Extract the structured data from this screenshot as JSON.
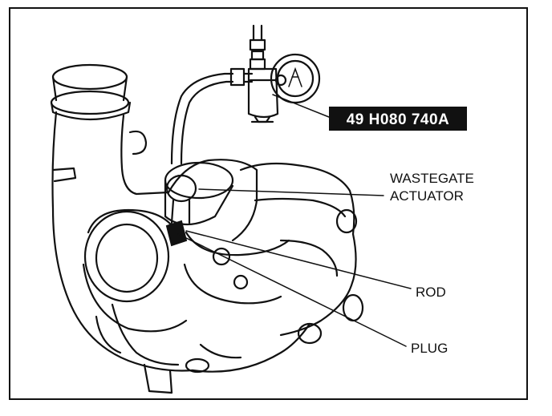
{
  "labels": {
    "tool_number": "49 H080 740A",
    "wastegate_line1": "WASTEGATE",
    "wastegate_line2": "ACTUATOR",
    "rod": "ROD",
    "plug": "PLUG"
  },
  "gauge_face": "↑"
}
